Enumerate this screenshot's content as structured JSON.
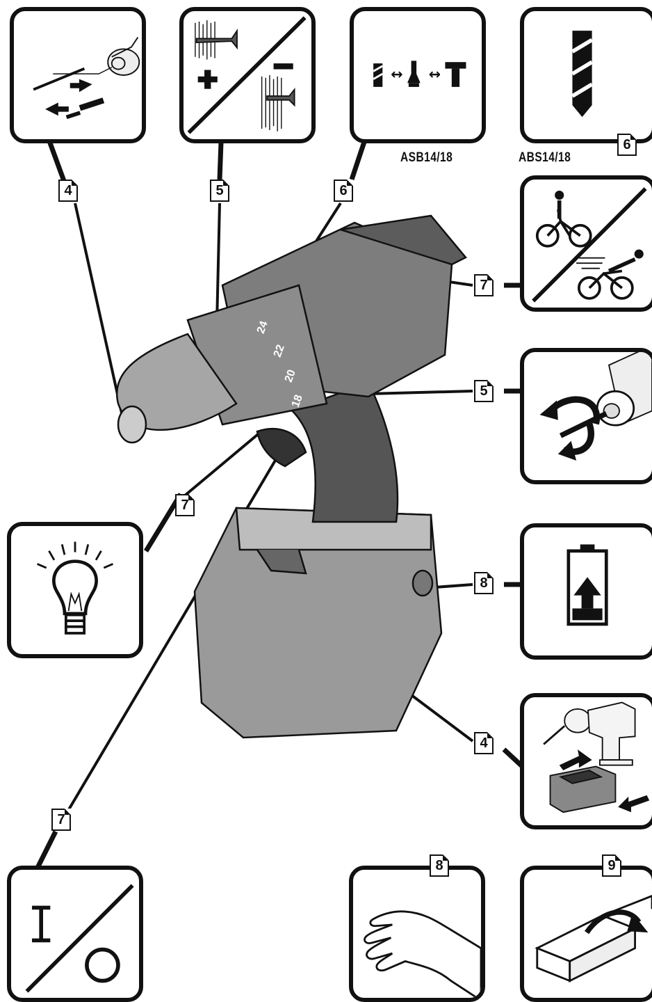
{
  "figure": {
    "callouts": {
      "chuck": "4",
      "torque_ring": "5",
      "mode_selector": "6",
      "mode_panel_tab": "6",
      "gear_switch": "7",
      "work_light": "7",
      "on_off_switch": "7",
      "direction_switch": "5",
      "battery_release": "8",
      "battery_pack": "4",
      "hand_protection": "8",
      "box_package": "9"
    },
    "models": {
      "mode_panel": "ASB14/18",
      "drill_panel": "ABS14/18"
    },
    "torque_scale": [
      "24",
      "22",
      "20",
      "18"
    ],
    "icons": {
      "chuck": "chuck-bit-change-icon",
      "torque": "screw-depth-plus-minus-icon",
      "modes": "drill-screw-hammer-mode-icon",
      "drill": "drill-bit-icon",
      "gear": "bicycle-slow-fast-gear-icon",
      "direction": "rotation-direction-icon",
      "light": "light-bulb-icon",
      "battery": "battery-charge-icon",
      "battery_change": "battery-insert-remove-icon",
      "switch": "on-off-switch-icon",
      "hand": "hand-icon",
      "box": "box-open-icon"
    },
    "mode_symbols": "↔ ↔"
  }
}
